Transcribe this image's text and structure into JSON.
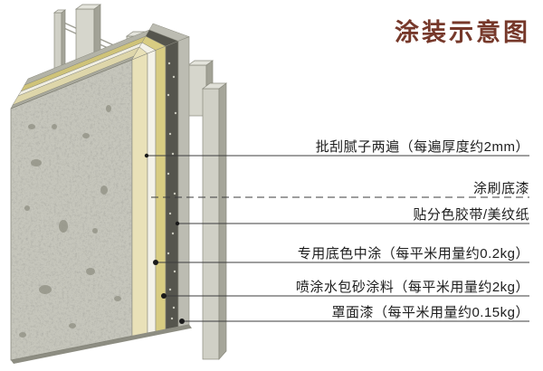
{
  "title": "涂装示意图",
  "labels": [
    "批刮腻子两遍（每遍厚度约2mm）",
    "涂刷底漆",
    "贴分色胶带/美纹纸",
    "专用底色中涂（每平米用量约0.2kg）",
    "喷涂水包砂涂料（每平米用量约2kg）",
    "罩面漆（每平米用量约0.15kg）"
  ],
  "colors": {
    "title": "#76382a",
    "leader_line": "#3d3d3d",
    "concrete": "#c6c6bc",
    "putty": "#e9e1b8",
    "primer": "#f4f2e8",
    "mid_coat": "#d8cc82",
    "sand_coating": "#55554d",
    "top_coat": "#bcbcb2",
    "stud": "#d6d6cc"
  }
}
